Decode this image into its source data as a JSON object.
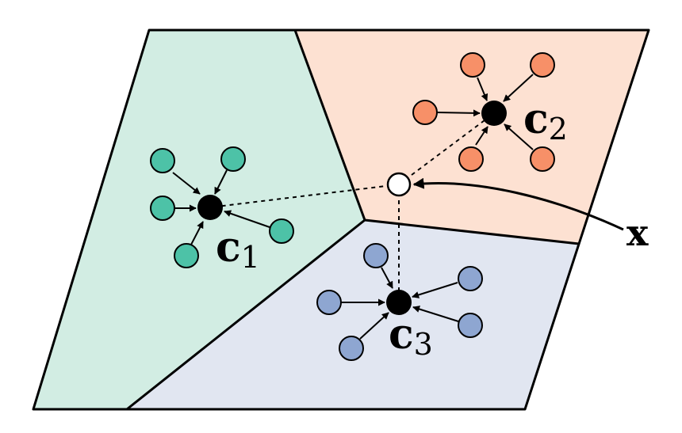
{
  "labels": {
    "c1": {
      "base": "c",
      "sub": "1"
    },
    "c2": {
      "base": "c",
      "sub": "2"
    },
    "c3": {
      "base": "c",
      "sub": "3"
    },
    "x": "x"
  },
  "colors": {
    "region_green": "#d2ede3",
    "region_orange": "#fde1d2",
    "region_blue": "#e1e6f1",
    "point_green": "#4dc2a7",
    "point_orange": "#f79068",
    "point_blue": "#8ea6d1",
    "centroid": "#000000",
    "query_point": "#ffffff",
    "outline": "#000000"
  }
}
